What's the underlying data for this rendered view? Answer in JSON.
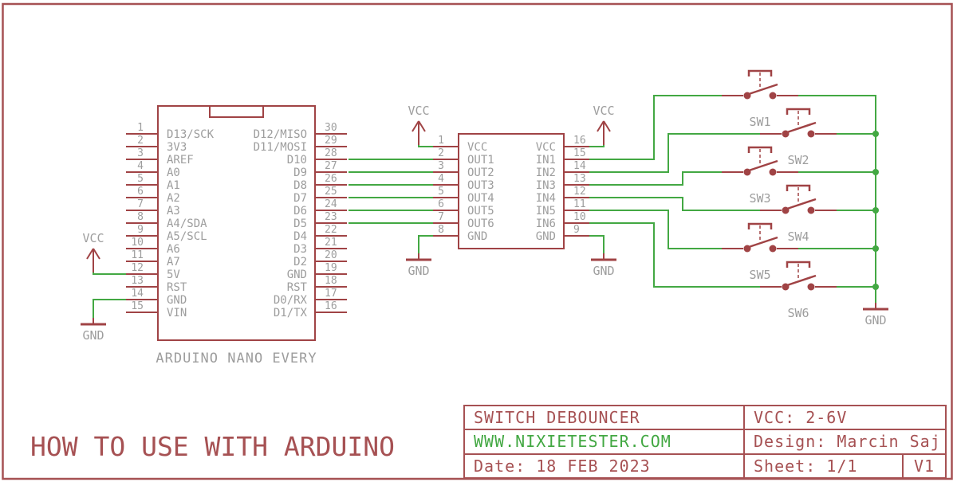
{
  "colors": {
    "symbol_red": "#a04345",
    "frame_red": "#a65153",
    "wire_green": "#43a843",
    "label_gray": "#9d9d9d"
  },
  "arduino": {
    "name": "ARDUINO NANO EVERY",
    "left_pins": [
      {
        "num": "1",
        "label": "D13/SCK"
      },
      {
        "num": "2",
        "label": "3V3"
      },
      {
        "num": "3",
        "label": "AREF"
      },
      {
        "num": "4",
        "label": "A0"
      },
      {
        "num": "5",
        "label": "A1"
      },
      {
        "num": "6",
        "label": "A2"
      },
      {
        "num": "7",
        "label": "A3"
      },
      {
        "num": "8",
        "label": "A4/SDA"
      },
      {
        "num": "9",
        "label": "A5/SCL"
      },
      {
        "num": "10",
        "label": "A6"
      },
      {
        "num": "11",
        "label": "A7"
      },
      {
        "num": "12",
        "label": "5V"
      },
      {
        "num": "13",
        "label": "RST"
      },
      {
        "num": "14",
        "label": "GND"
      },
      {
        "num": "15",
        "label": "VIN"
      }
    ],
    "right_pins": [
      {
        "num": "30",
        "label": "D12/MISO"
      },
      {
        "num": "29",
        "label": "D11/MOSI"
      },
      {
        "num": "28",
        "label": "D10"
      },
      {
        "num": "27",
        "label": "D9"
      },
      {
        "num": "26",
        "label": "D8"
      },
      {
        "num": "25",
        "label": "D7"
      },
      {
        "num": "24",
        "label": "D6"
      },
      {
        "num": "23",
        "label": "D5"
      },
      {
        "num": "22",
        "label": "D4"
      },
      {
        "num": "21",
        "label": "D3"
      },
      {
        "num": "20",
        "label": "D2"
      },
      {
        "num": "19",
        "label": "GND"
      },
      {
        "num": "18",
        "label": "RST"
      },
      {
        "num": "17",
        "label": "D0/RX"
      },
      {
        "num": "16",
        "label": "D1/TX"
      }
    ]
  },
  "debouncer_ic": {
    "left_pins": [
      {
        "num": "1",
        "label": "VCC"
      },
      {
        "num": "2",
        "label": "OUT1"
      },
      {
        "num": "3",
        "label": "OUT2"
      },
      {
        "num": "4",
        "label": "OUT3"
      },
      {
        "num": "5",
        "label": "OUT4"
      },
      {
        "num": "6",
        "label": "OUT5"
      },
      {
        "num": "7",
        "label": "OUT6"
      },
      {
        "num": "8",
        "label": "GND"
      }
    ],
    "right_pins": [
      {
        "num": "16",
        "label": "VCC"
      },
      {
        "num": "15",
        "label": "IN1"
      },
      {
        "num": "14",
        "label": "IN2"
      },
      {
        "num": "13",
        "label": "IN3"
      },
      {
        "num": "12",
        "label": "IN4"
      },
      {
        "num": "11",
        "label": "IN5"
      },
      {
        "num": "10",
        "label": "IN6"
      },
      {
        "num": "9",
        "label": "GND"
      }
    ]
  },
  "switches": [
    "SW1",
    "SW2",
    "SW3",
    "SW4",
    "SW5",
    "SW6"
  ],
  "power_labels": {
    "vcc": "VCC",
    "gnd": "GND"
  },
  "main_title": "HOW TO USE WITH ARDUINO",
  "title_block": {
    "project": "SWITCH DEBOUNCER",
    "website": "WWW.NIXIETESTER.COM",
    "date": "Date: 18 FEB 2023",
    "vcc_range": "VCC: 2-6V",
    "design": "Design: Marcin Saj",
    "sheet": "Sheet: 1/1",
    "version": "V1"
  }
}
